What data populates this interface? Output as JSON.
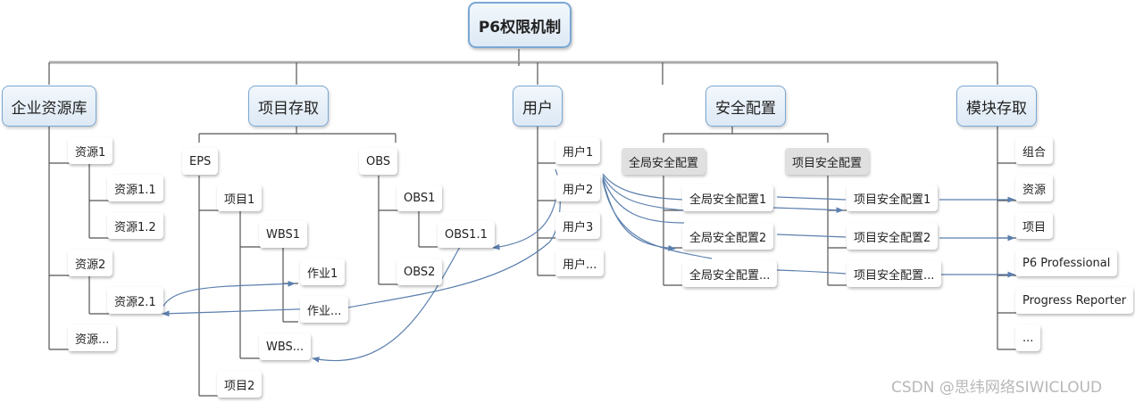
{
  "diagram": {
    "root": "P6权限机制",
    "categories": {
      "resources": "企业资源库",
      "projects": "项目存取",
      "users": "用户",
      "security": "安全配置",
      "modules": "模块存取"
    },
    "resources": {
      "r1": "资源1",
      "r1_1": "资源1.1",
      "r1_2": "资源1.2",
      "r2": "资源2",
      "r2_1": "资源2.1",
      "rmore": "资源..."
    },
    "projects": {
      "eps": "EPS",
      "p1": "项目1",
      "wbs1": "WBS1",
      "task1": "作业1",
      "taskmore": "作业...",
      "wbsmore": "WBS...",
      "p2": "项目2",
      "obs": "OBS",
      "obs1": "OBS1",
      "obs1_1": "OBS1.1",
      "obs2": "OBS2"
    },
    "users": {
      "u1": "用户1",
      "u2": "用户2",
      "u3": "用户3",
      "umore": "用户..."
    },
    "security": {
      "global": "全局安全配置",
      "project": "项目安全配置",
      "g1": "全局安全配置1",
      "g2": "全局安全配置2",
      "gmore": "全局安全配置...",
      "p1": "项目安全配置1",
      "p2": "项目安全配置2",
      "pmore": "项目安全配置..."
    },
    "modules": {
      "portfolio": "组合",
      "resource": "资源",
      "project": "项目",
      "p6pro": "P6 Professional",
      "progress": "Progress Reporter",
      "more": "..."
    }
  },
  "colors": {
    "tree_line": "#555555",
    "link_line": "#5b7fae",
    "root_border": "#7aa7d3"
  },
  "watermark": "CSDN @思纬网络SIWICLOUD"
}
